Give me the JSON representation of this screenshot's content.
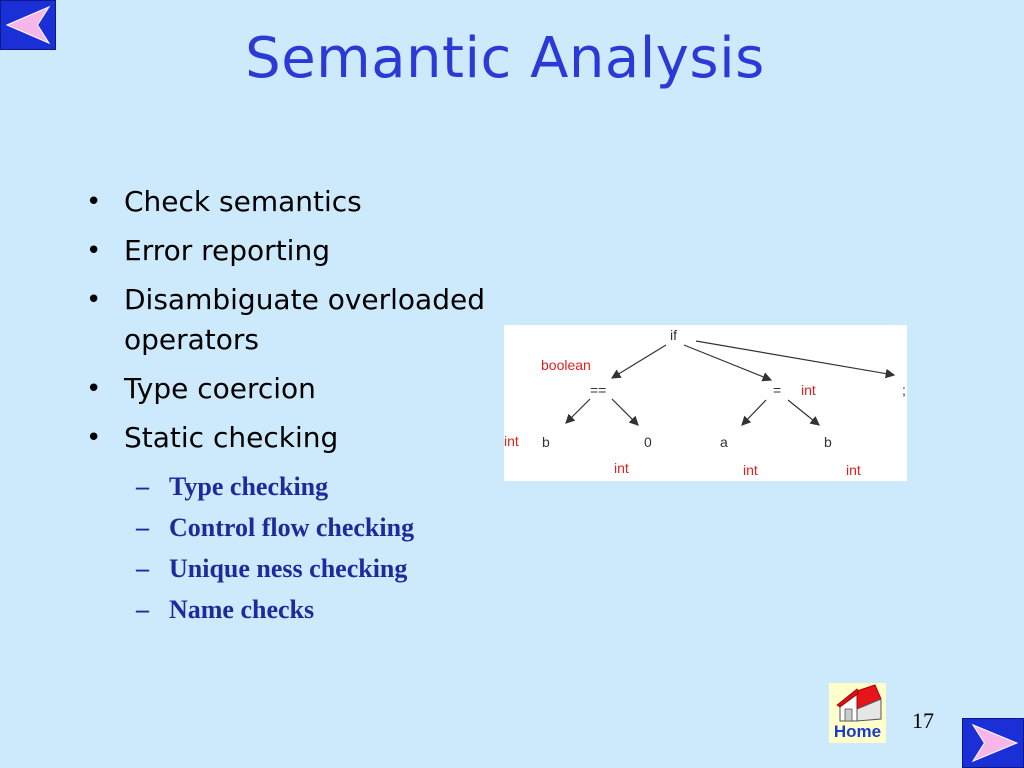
{
  "slide": {
    "title": "Semantic Analysis",
    "page_number": "17",
    "bullets": [
      "Check semantics",
      "Error reporting",
      "Disambiguate overloaded operators",
      "Type coercion",
      "Static checking"
    ],
    "sub_bullets": [
      "Type checking",
      "Control flow checking",
      "Unique ness checking",
      "Name checks"
    ]
  },
  "nav": {
    "prev_icon": "left-arrow-icon",
    "next_icon": "right-arrow-icon",
    "home_label": "Home",
    "home_icon": "house-icon"
  },
  "diagram": {
    "nodes": {
      "if": "if",
      "eq": "==",
      "assign": "=",
      "semi": ";",
      "b1": "b",
      "zero": "0",
      "a": "a",
      "b2": "b"
    },
    "labels": {
      "eq_type": "boolean",
      "assign_type": "int",
      "b1_type": "int",
      "zero_type": "int",
      "a_type": "int",
      "b2_type": "int"
    }
  },
  "colors": {
    "background": "#cdeafc",
    "title": "#2b3ad6",
    "sub_bullet": "#1d2a9c",
    "type_label": "#e02020",
    "nav_button": "#1a2fd6"
  }
}
